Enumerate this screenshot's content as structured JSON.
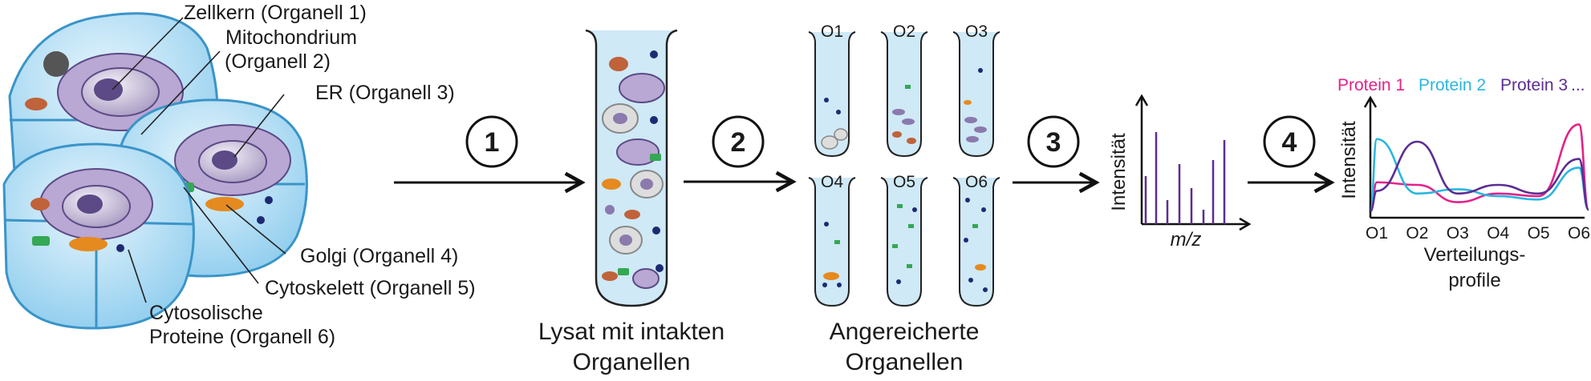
{
  "cell_labels": {
    "nucleus": "Zellkern (Organell 1)",
    "mito_1": "Mitochondrium",
    "mito_2": "(Organell 2)",
    "er": "ER (Organell 3)",
    "golgi": "Golgi (Organell 4)",
    "cyto": "Cytoskelett (Organell 5)",
    "cytosol_1": "Cytosolische",
    "cytosol_2": "Proteine (Organell 6)"
  },
  "steps": [
    "1",
    "2",
    "3",
    "4"
  ],
  "lysate": {
    "caption_1": "Lysat mit intakten",
    "caption_2": "Organellen"
  },
  "enriched": {
    "caption_1": "Angereicherte",
    "caption_2": "Organellen",
    "tubes": [
      "O1",
      "O2",
      "O3",
      "O4",
      "O5",
      "O6"
    ]
  },
  "ms": {
    "ylabel": "Intensität",
    "xlabel": "m/z"
  },
  "colors": {
    "cell_fill": "#bfe4f5",
    "cell_stroke": "#3a94c8",
    "tube_fill": "#cfe9f6",
    "line_dark": "#111111",
    "protein_1": "#e2228a",
    "protein_2": "#2bb6e0",
    "protein_3": "#5c2d91",
    "golgi": "#e58a1f",
    "cytoskeleton": "#34a853",
    "dot": "#1d2a73"
  },
  "chart_data": {
    "type": "line",
    "title": "",
    "ylabel": "Intensität",
    "xlabel_1": "Verteilungs-",
    "xlabel_2": "profile",
    "categories": [
      "O1",
      "O2",
      "O3",
      "O4",
      "O5",
      "O6"
    ],
    "legend_extra": "...",
    "series": [
      {
        "name": "Protein 1",
        "color": "#e2228a",
        "values": [
          0.28,
          0.25,
          0.05,
          0.15,
          0.12,
          0.95
        ]
      },
      {
        "name": "Protein 2",
        "color": "#2bb6e0",
        "values": [
          0.78,
          0.15,
          0.2,
          0.12,
          0.08,
          0.45
        ]
      },
      {
        "name": "Protein 3",
        "color": "#5c2d91",
        "values": [
          0.18,
          0.75,
          0.15,
          0.25,
          0.15,
          0.55
        ]
      }
    ]
  }
}
